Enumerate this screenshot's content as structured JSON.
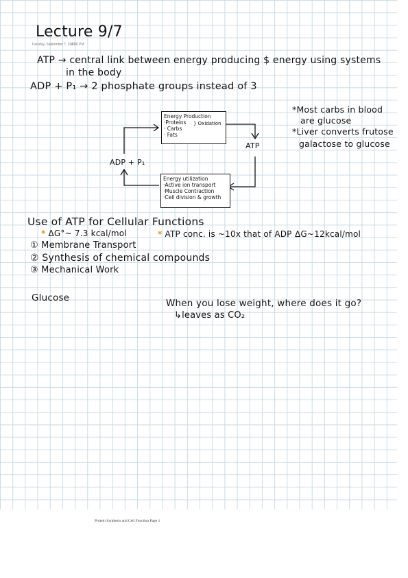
{
  "page": {
    "title": "Lecture 9/7",
    "date": "Tuesday, September 7, 2021",
    "time": "4:30 PM"
  },
  "lines": {
    "atp_def_1": "ATP → central link between energy producing $ energy using systems",
    "atp_def_2": "in the body",
    "adp": "ADP + P₁ → 2 phosphate groups instead of 3"
  },
  "diagram": {
    "production_title": "Energy Production",
    "production_items": [
      "·Proteins",
      "· Carbs",
      "· Fats"
    ],
    "oxidation": "} Oxidation",
    "atp_label": "ATP",
    "adp_label": "ADP + P₁",
    "utilization_title": "Energy utilization",
    "utilization_items": [
      "·Active ion transport",
      "·Muscle Contraction",
      "·Cell division & growth"
    ]
  },
  "notes": {
    "n1": "*Most carbs in blood",
    "n2": "are glucose",
    "n3": "*Liver converts frutose",
    "n4": "galactose to glucose"
  },
  "section": {
    "heading": "Use of ATP for Cellular Functions",
    "star": "*",
    "delta_g": "ΔG°~ 7.3 kcal/mol",
    "atp_conc": "ATP conc. is ~10x that of ADP",
    "delta_g2": "ΔG~12kcal/mol",
    "items": [
      "① Membrane Transport",
      "② Synthesis of chemical compounds",
      "③ Mechanical Work"
    ]
  },
  "glucose": {
    "label": "Glucose",
    "question": "When you lose weight, where does it go?",
    "answer": "↳leaves as CO₂"
  },
  "footer": "Protein Synthesis and Cell Function Page 1"
}
